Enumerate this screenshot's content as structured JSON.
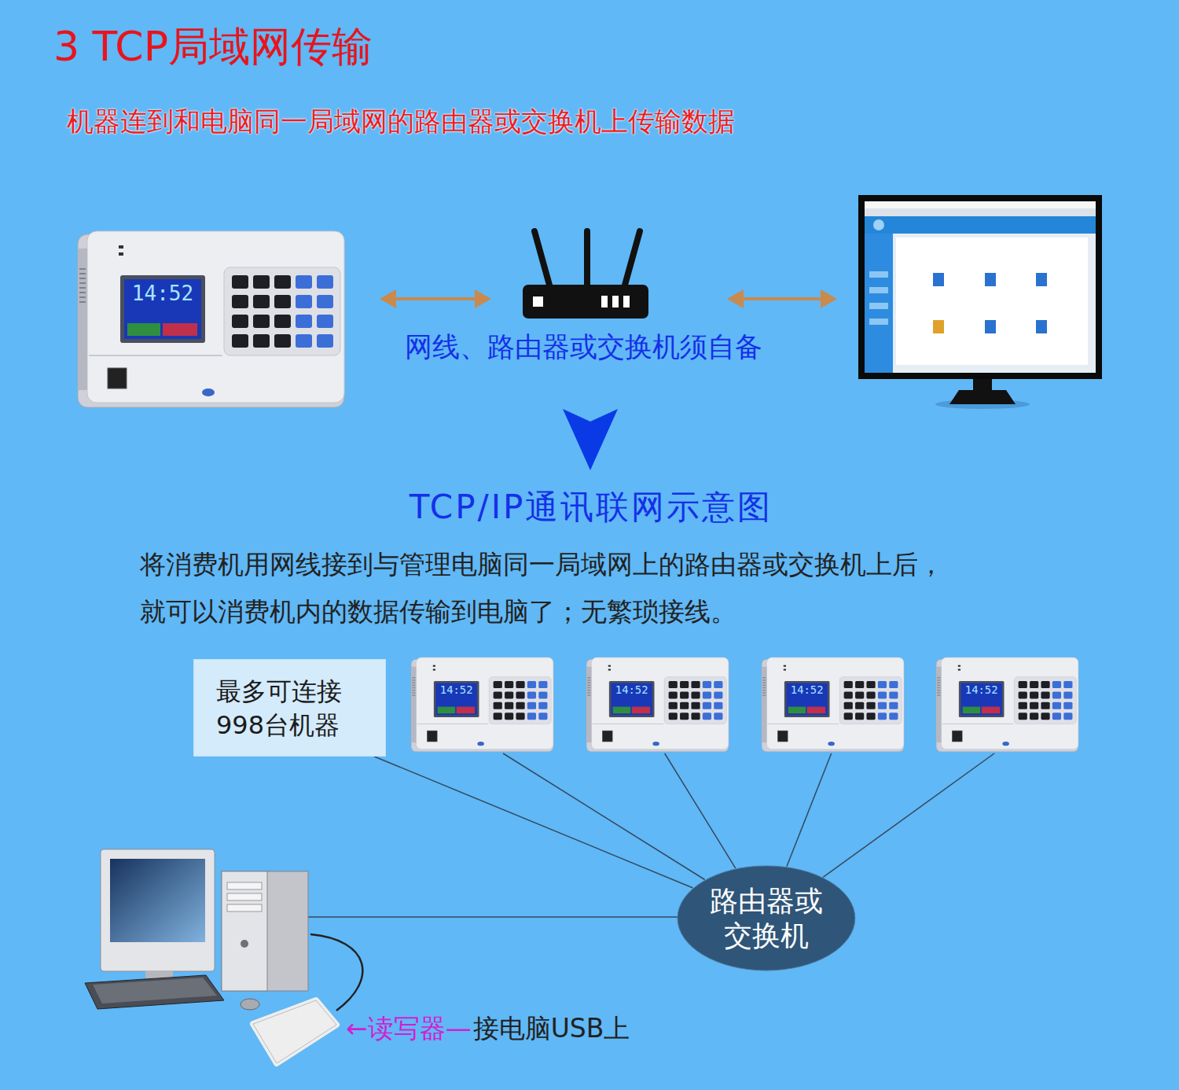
{
  "diagram": {
    "title": "3 TCP局域网传输",
    "nodes": [
      {
        "text": [
          "14:52"
        ]
      },
      {
        "text": [
          "最多可连接 998台机器"
        ]
      },
      {
        "text": [
          "14:52"
        ]
      },
      {
        "text": [
          "14:52"
        ]
      },
      {
        "text": [
          "14:52"
        ]
      },
      {
        "text": [
          "14:52"
        ]
      },
      {
        "text": [
          "路由器或 交换机"
        ]
      }
    ],
    "edges": [
      {
        "from": 1,
        "to": 6,
        "arrow": "none"
      },
      {
        "from": 2,
        "to": 6,
        "arrow": "none"
      },
      {
        "from": 3,
        "to": 6,
        "arrow": "none"
      },
      {
        "from": 4,
        "to": 6,
        "arrow": "none"
      },
      {
        "from": 5,
        "to": 6,
        "arrow": "none"
      }
    ],
    "labels": [
      "机器连到和电脑同一局域网的路由器或交换机上传输数据",
      "网线、路由器或交换机须自备",
      "TCP/IP通讯联网示意图",
      "将消费机用网线接到与管理电脑同一局域网上的路由器或交换机上后，",
      "就可以消费机内的数据传输到电脑了；无繁琐接线。",
      "←读写器—",
      "接电脑USB上"
    ]
  }
}
